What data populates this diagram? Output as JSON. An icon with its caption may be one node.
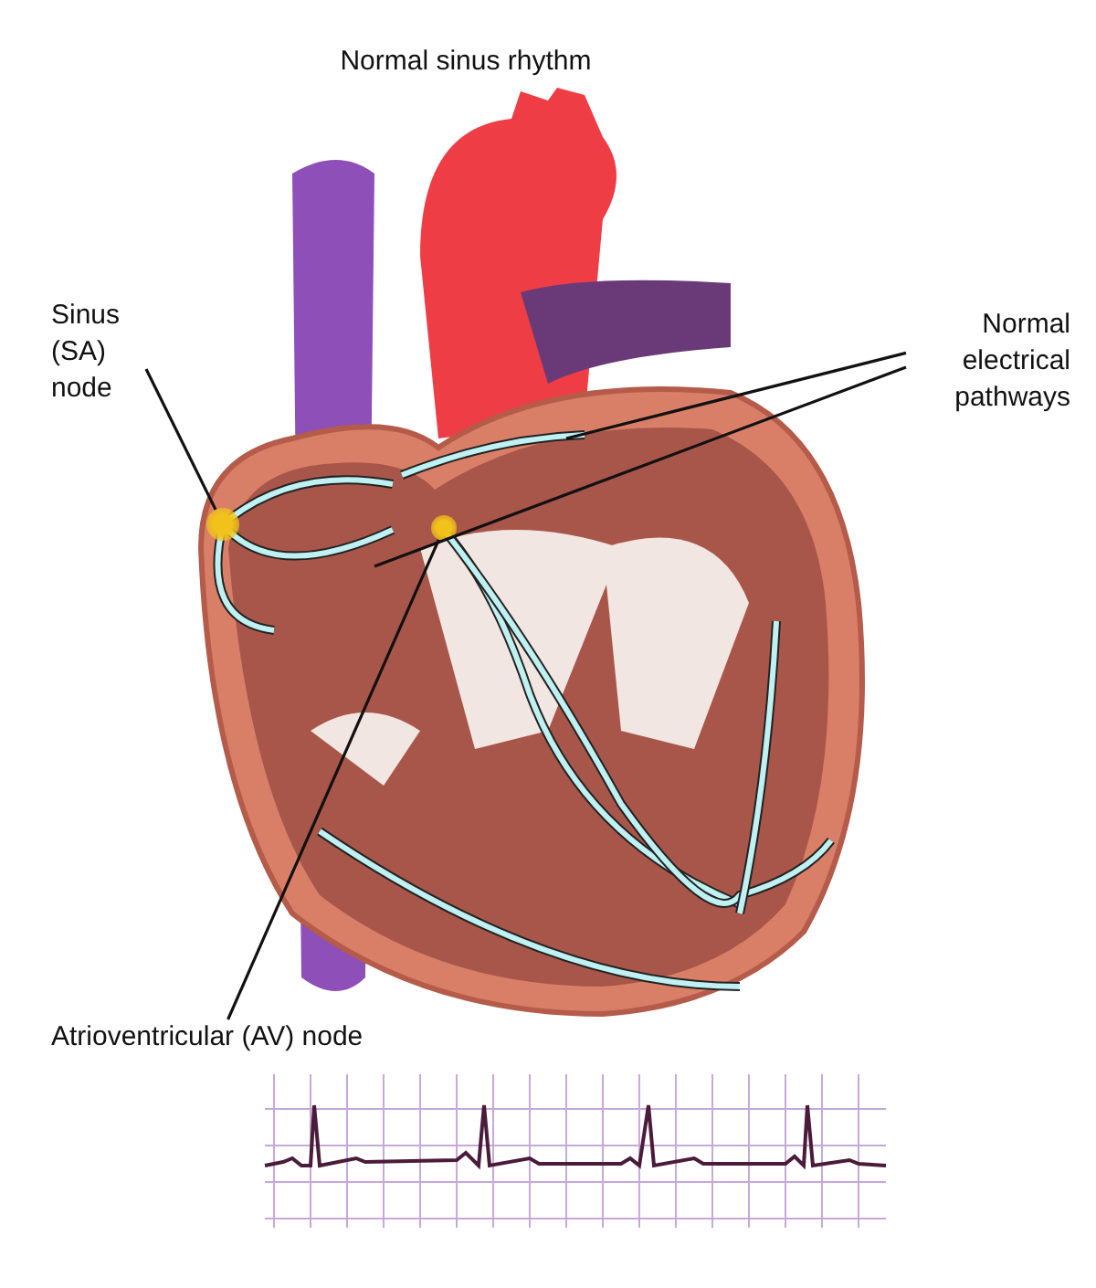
{
  "diagram": {
    "title": "Normal sinus rhythm",
    "nodes": [
      {
        "text": [
          "Sinus (SA) node"
        ]
      },
      {
        "text": [
          "Normal electrical pathways"
        ]
      },
      {
        "text": [
          "Atrioventricular (AV) node"
        ]
      },
      {
        "text": [],
        "shape": "circle"
      },
      {
        "text": [],
        "shape": "circle"
      }
    ],
    "edges": [
      {
        "from": 0,
        "to": 3,
        "arrow": "none"
      },
      {
        "from": 1,
        "to": null,
        "arrow": "none"
      },
      {
        "from": 1,
        "to": null,
        "arrow": "none"
      },
      {
        "from": 2,
        "to": 4,
        "arrow": "none"
      }
    ]
  }
}
